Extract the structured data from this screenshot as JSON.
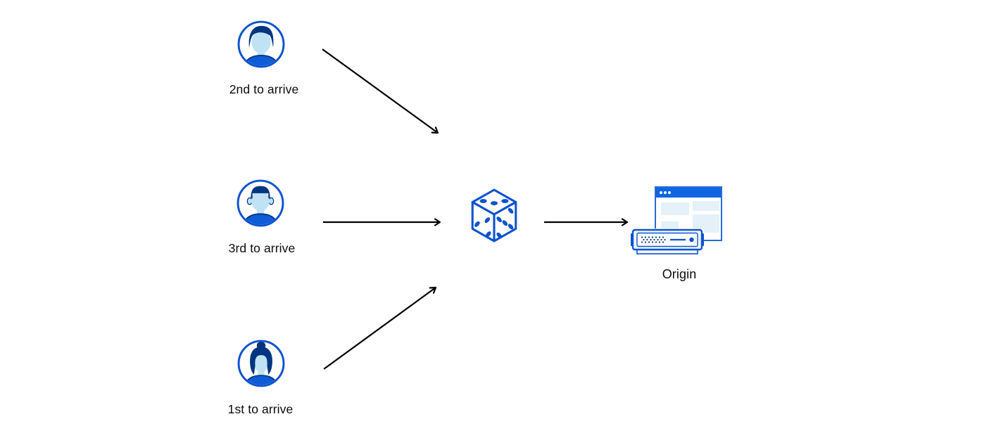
{
  "diagram": {
    "clients": [
      {
        "label": "2nd to arrive",
        "icon": "avatar-male-swept-hair"
      },
      {
        "label": "3rd to arrive",
        "icon": "avatar-male-flat-top"
      },
      {
        "label": "1st to arrive",
        "icon": "avatar-female-bun"
      }
    ],
    "balancer": {
      "icon": "dice"
    },
    "origin": {
      "label": "Origin",
      "icons": [
        "browser-window",
        "server-rack"
      ]
    },
    "arrows": [
      {
        "from": "client-2nd-to-arrive",
        "to": "dice"
      },
      {
        "from": "client-3rd-to-arrive",
        "to": "dice"
      },
      {
        "from": "client-1st-to-arrive",
        "to": "dice"
      },
      {
        "from": "dice",
        "to": "origin"
      }
    ]
  },
  "colors": {
    "stroke_blue": "#0d53cf",
    "browser_titlebar_blue": "#0d65e2",
    "browser_border_blue": "#2a6bd4",
    "navy": "#003580",
    "face_light_blue": "#bfe3f5",
    "shirt_blue": "#0e5cd6",
    "panel_light_blue": "#e4f1f8",
    "server_fill": "#eef7fc",
    "arrow_black": "#000000",
    "label_text": "#0b0b0d",
    "background": "#ffffff"
  }
}
